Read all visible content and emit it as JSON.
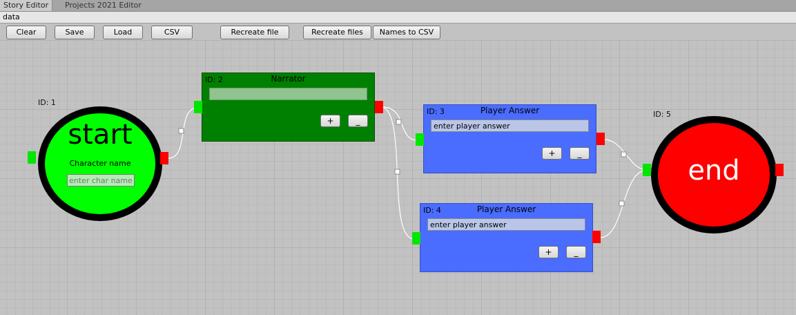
{
  "tabs": [
    {
      "label": "Story Editor"
    },
    {
      "label": "Projects 2021 Editor"
    }
  ],
  "path_field": {
    "value": "data"
  },
  "toolbar": {
    "clear": "Clear",
    "save": "Save",
    "load": "Load",
    "csv": "CSV",
    "recreate_file": "Recreate file",
    "recreate_files": "Recreate files",
    "names_to_csv": "Names to CSV"
  },
  "nodes": {
    "start": {
      "id_label": "ID: 1",
      "title": "start",
      "char_label": "Character name",
      "char_placeholder": "enter char name",
      "color": "#00ff00"
    },
    "narrator": {
      "id_label": "ID: 2",
      "title": "Narrator",
      "text_value": "",
      "add": "+",
      "remove": "_",
      "color": "#008000"
    },
    "answer3": {
      "id_label": "ID: 3",
      "title": "Player Answer",
      "text_value": "enter player answer",
      "add": "+",
      "remove": "_",
      "color": "#4a6cff"
    },
    "answer4": {
      "id_label": "ID: 4",
      "title": "Player Answer",
      "text_value": "enter player answer",
      "add": "+",
      "remove": "_",
      "color": "#4a6cff"
    },
    "end": {
      "id_label": "ID: 5",
      "title": "end",
      "color": "#ff0000"
    }
  },
  "connections": [
    {
      "from": "ID: 1",
      "to": "ID: 2"
    },
    {
      "from": "ID: 2",
      "to": "ID: 3"
    },
    {
      "from": "ID: 2",
      "to": "ID: 4"
    },
    {
      "from": "ID: 3",
      "to": "ID: 5"
    },
    {
      "from": "ID: 4",
      "to": "ID: 5"
    }
  ]
}
